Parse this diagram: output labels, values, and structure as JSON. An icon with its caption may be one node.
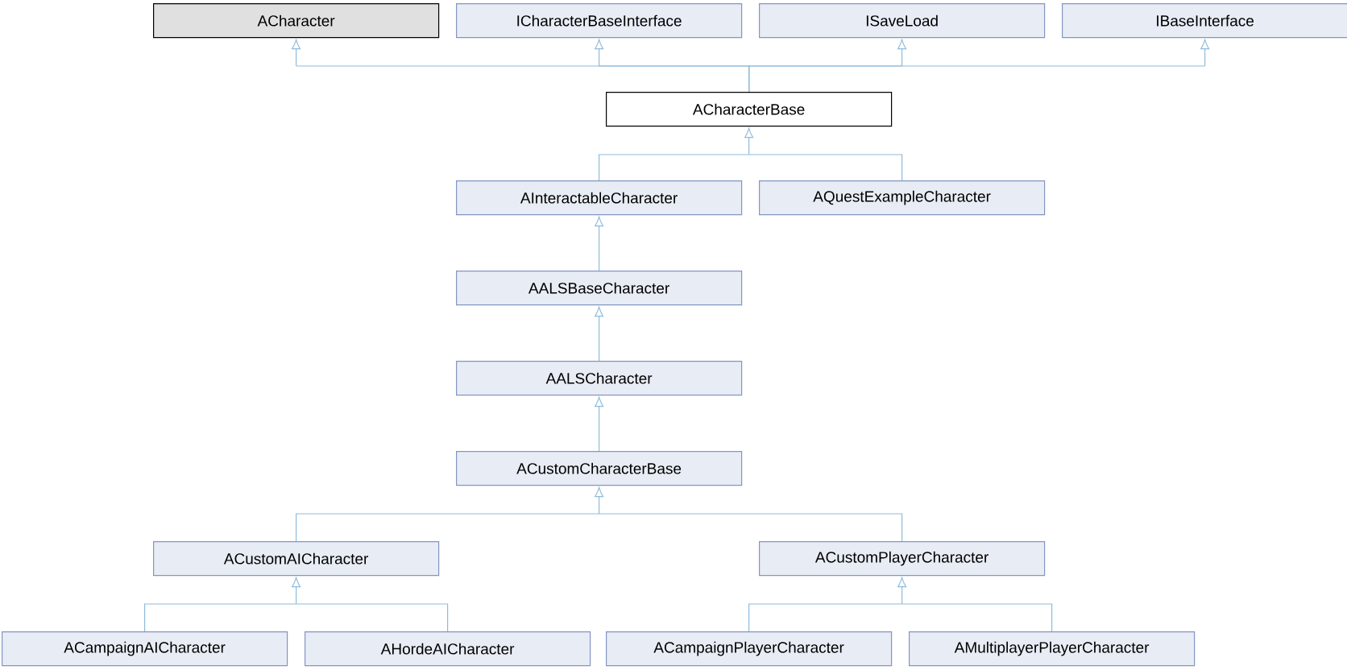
{
  "diagram": {
    "nodes": [
      {
        "text": [
          "ACharacter"
        ]
      },
      {
        "text": [
          "ICharacterBaseInterface"
        ]
      },
      {
        "text": [
          "ISaveLoad"
        ]
      },
      {
        "text": [
          "IBaseInterface"
        ]
      },
      {
        "text": [
          "ACharacterBase"
        ]
      },
      {
        "text": [
          "AInteractableCharacter"
        ]
      },
      {
        "text": [
          "AQuestExampleCharacter"
        ]
      },
      {
        "text": [
          "AALSBaseCharacter"
        ]
      },
      {
        "text": [
          "AALSCharacter"
        ]
      },
      {
        "text": [
          "ACustomCharacterBase"
        ]
      },
      {
        "text": [
          "ACustomAICharacter"
        ]
      },
      {
        "text": [
          "ACustomPlayerCharacter"
        ]
      },
      {
        "text": [
          "ACampaignAICharacter"
        ]
      },
      {
        "text": [
          "AHordeAICharacter"
        ]
      },
      {
        "text": [
          "ACampaignPlayerCharacter"
        ]
      },
      {
        "text": [
          "AMultiplayerPlayerCharacter"
        ]
      }
    ],
    "edges": [
      {
        "from": 4,
        "to": 0,
        "arrow": "to"
      },
      {
        "from": 4,
        "to": 1,
        "arrow": "to"
      },
      {
        "from": 4,
        "to": 2,
        "arrow": "to"
      },
      {
        "from": 4,
        "to": 3,
        "arrow": "to"
      },
      {
        "from": 5,
        "to": 4,
        "arrow": "to"
      },
      {
        "from": 6,
        "to": 4,
        "arrow": "to"
      },
      {
        "from": 7,
        "to": 5,
        "arrow": "to"
      },
      {
        "from": 8,
        "to": 7,
        "arrow": "to"
      },
      {
        "from": 9,
        "to": 8,
        "arrow": "to"
      },
      {
        "from": 10,
        "to": 9,
        "arrow": "to"
      },
      {
        "from": 11,
        "to": 9,
        "arrow": "to"
      },
      {
        "from": 12,
        "to": 10,
        "arrow": "to"
      },
      {
        "from": 13,
        "to": 10,
        "arrow": "to"
      },
      {
        "from": 14,
        "to": 11,
        "arrow": "to"
      },
      {
        "from": 15,
        "to": 11,
        "arrow": "to"
      }
    ]
  }
}
